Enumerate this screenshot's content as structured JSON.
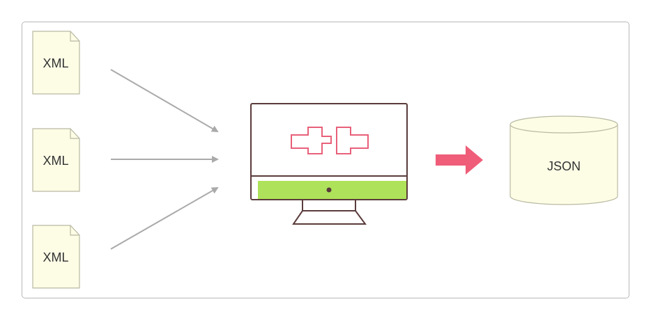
{
  "inputs": [
    {
      "label": "XML"
    },
    {
      "label": "XML"
    },
    {
      "label": "XML"
    }
  ],
  "output": {
    "label": "JSON"
  },
  "colors": {
    "doc_fill": "#fdfde6",
    "doc_stroke": "#b9b9a2",
    "arrow_gray": "#aaaaaa",
    "monitor_stroke": "#5a3b3b",
    "monitor_base": "#aee25a",
    "plug_red": "#e8607a",
    "arrow_red": "#ef5d78",
    "db_fill": "#fdfde6"
  },
  "icons": {
    "doc": "document-icon",
    "monitor": "computer-monitor-icon",
    "plug": "plug-connector-icon",
    "arrow": "right-arrow-icon",
    "database": "database-cylinder-icon"
  }
}
